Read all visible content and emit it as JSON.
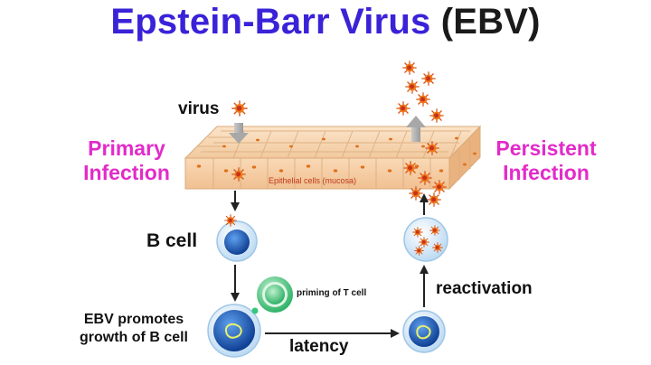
{
  "title": {
    "part1": "Epstein-Barr Virus",
    "part2": "(EBV)"
  },
  "labels": {
    "virus": "virus",
    "primary_line1": "Primary",
    "primary_line2": "Infection",
    "persistent_line1": "Persistent",
    "persistent_line2": "Infection",
    "epithelial": "Epithelial cells (mucosa)",
    "b_cell": "B cell",
    "priming": "priming of T cell",
    "reactivation": "reactivation",
    "ebv_line1": "EBV promotes",
    "ebv_line2": "growth of B cell",
    "latency": "latency"
  },
  "colors": {
    "title_blue": "#3a22d8",
    "magenta": "#e22bc9",
    "tissue": "#f6d2ad",
    "virus_orange": "#f07a1a",
    "virus_red": "#d63a16",
    "nucleus_blue": "#1e5fbf",
    "tcell_green": "#35c77a"
  }
}
